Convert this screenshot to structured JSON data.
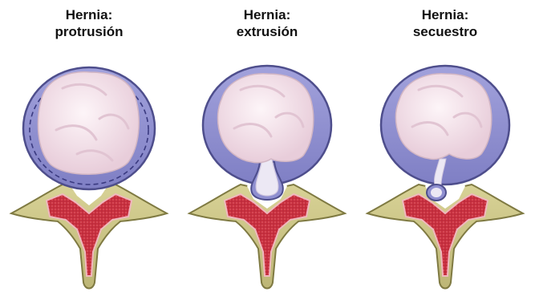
{
  "panels": [
    {
      "title_line1": "Hernia:",
      "title_line2": "protrusión",
      "stage": "protrusion"
    },
    {
      "title_line1": "Hernia:",
      "title_line2": "extrusión",
      "stage": "extrusion"
    },
    {
      "title_line1": "Hernia:",
      "title_line2": "secuestro",
      "stage": "sequestration"
    }
  ],
  "colors": {
    "annulus": "#8f8fd0",
    "annulus_edge": "#4e4e8c",
    "nucleus": "#f6e8ee",
    "nucleus_shadow": "#e2c8d4",
    "bone": "#cfc98a",
    "bone_edge": "#7f7a42",
    "canal_marrow": "#c8303f",
    "canal_rim": "#f0b8be",
    "herniation": "#e9e4f2"
  }
}
